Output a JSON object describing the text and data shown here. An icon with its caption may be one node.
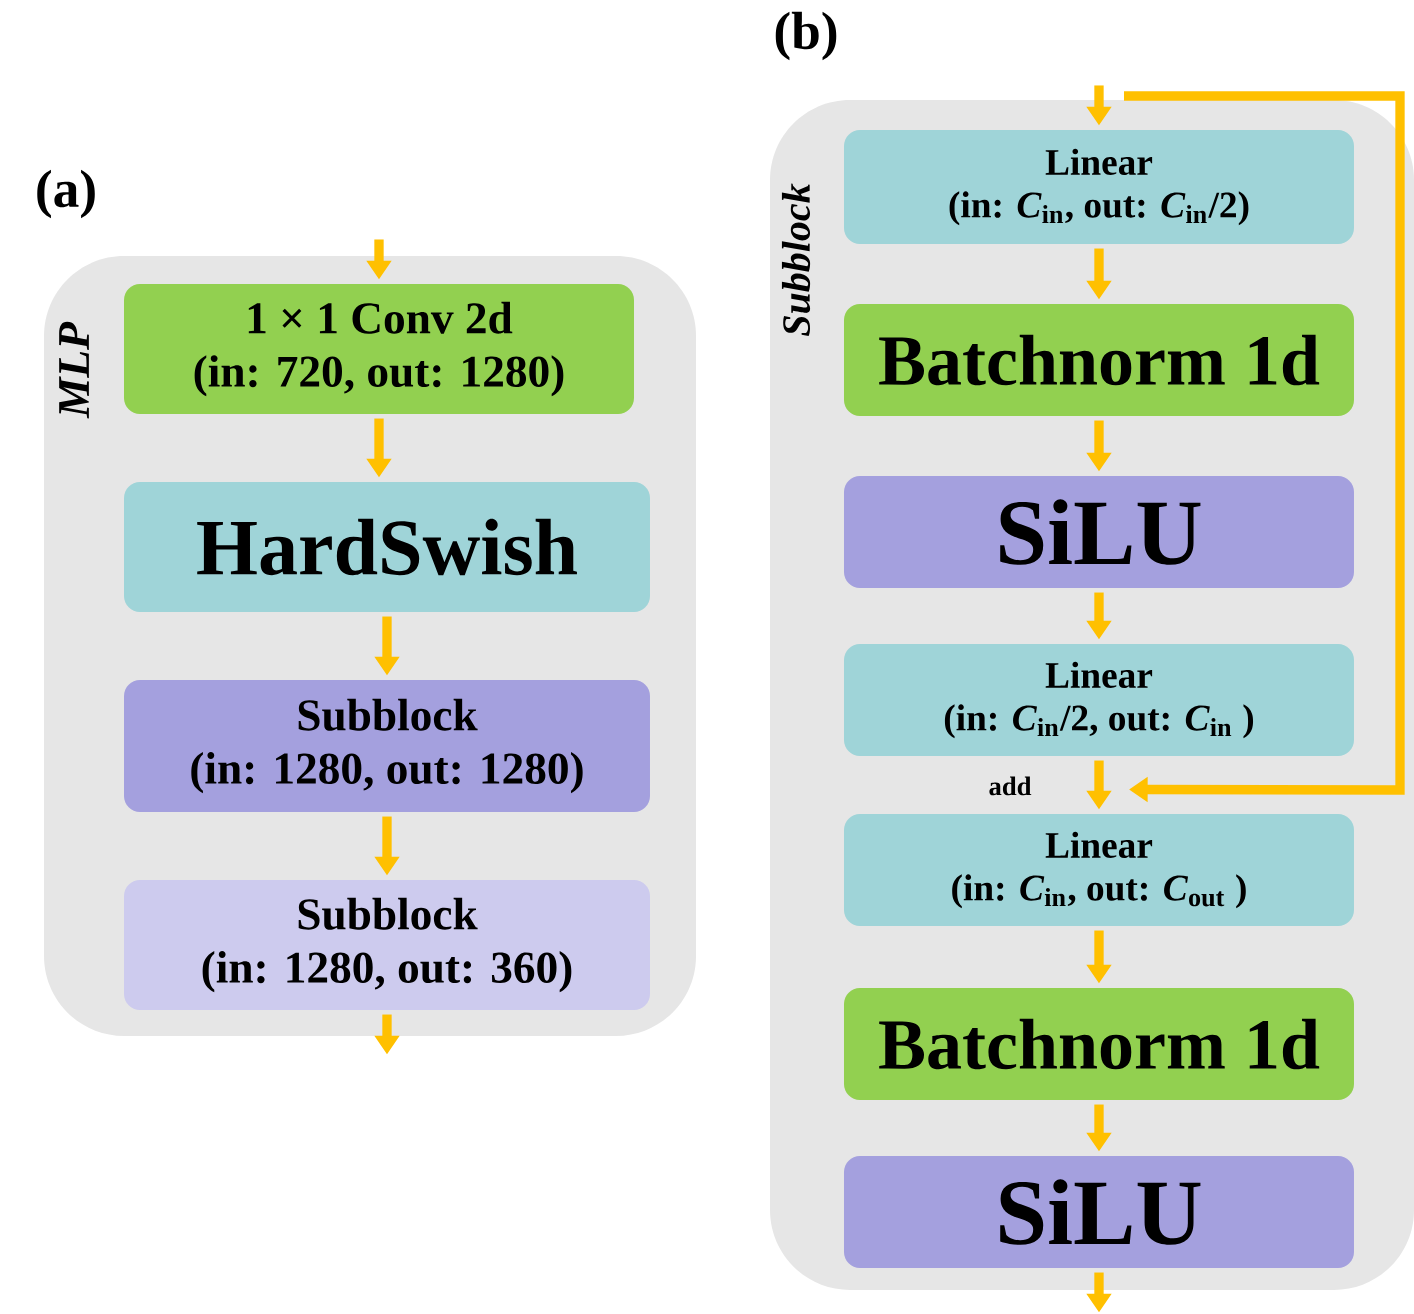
{
  "diagram": {
    "nodes": [
      {
        "text": [
          "MLP"
        ]
      },
      {
        "text": [
          "1 × 1 Conv 2d",
          "(in: 720, out: 1280)"
        ],
        "in": 0
      },
      {
        "text": [
          "HardSwish"
        ],
        "in": 0
      },
      {
        "text": [
          "Subblock",
          "(in: 1280, out: 1280)"
        ],
        "in": 0
      },
      {
        "text": [
          "Subblock",
          "(in: 1280, out: 360)"
        ],
        "in": 0
      },
      {
        "text": [
          "Subblock"
        ]
      },
      {
        "text": [
          "Linear",
          "(in: *C*$_{in}$, out: *C*$_{in}$/2)"
        ],
        "in": 5
      },
      {
        "text": [
          "Batchnorm 1d"
        ],
        "in": 5
      },
      {
        "text": [
          "SiLU"
        ],
        "in": 5
      },
      {
        "text": [
          "Linear",
          "(in: *C*$_{in}$/2, out: *C*$_{in}$ )"
        ],
        "in": 5
      },
      {
        "text": [
          "Linear",
          "(in: *C*$_{in}$, out: *C*$_{out}$ )"
        ],
        "in": 5
      },
      {
        "text": [
          "Batchnorm 1d"
        ],
        "in": 5
      },
      {
        "text": [
          "SiLU"
        ],
        "in": 5
      }
    ],
    "edges": [
      {
        "from": null,
        "to": 1,
        "arrow": "to"
      },
      {
        "from": 1,
        "to": 2,
        "arrow": "to"
      },
      {
        "from": 2,
        "to": 3,
        "arrow": "to"
      },
      {
        "from": 3,
        "to": 4,
        "arrow": "to"
      },
      {
        "from": 4,
        "to": null,
        "arrow": "to"
      },
      {
        "from": null,
        "to": 6,
        "arrow": "to"
      },
      {
        "from": 6,
        "to": 7,
        "arrow": "to"
      },
      {
        "from": 7,
        "to": 8,
        "arrow": "to"
      },
      {
        "from": 8,
        "to": 9,
        "arrow": "to"
      },
      {
        "from": 9,
        "to": 10,
        "arrow": "to",
        "label": "add"
      },
      {
        "from": null,
        "to": 10,
        "arrow": "to"
      },
      {
        "from": 10,
        "to": 11,
        "arrow": "to"
      },
      {
        "from": 11,
        "to": 12,
        "arrow": "to"
      },
      {
        "from": 12,
        "to": null,
        "arrow": "to"
      }
    ],
    "labels": [
      "(a)",
      "(b)"
    ]
  }
}
